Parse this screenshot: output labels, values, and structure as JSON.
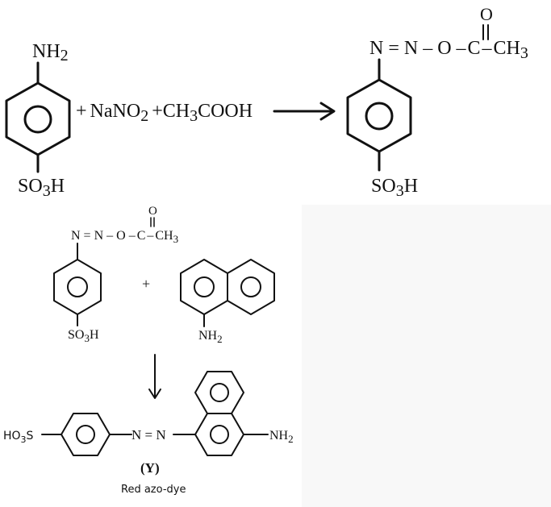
{
  "reaction1": {
    "reactant_top": "NH",
    "reactant_top_sub": "2",
    "reactant_bottom": "SO",
    "reactant_bottom_sub": "3",
    "reactant_bottom_end": "H",
    "reagent_plus1": "+",
    "reagent_nano2_a": "NaNO",
    "reagent_nano2_sub": "2",
    "reagent_plus2": "+",
    "reagent_ch3cooh_a": "CH",
    "reagent_ch3cooh_sub": "3",
    "reagent_ch3cooh_b": "COOH",
    "product_chain": "N = N – O –",
    "product_c": "C",
    "product_o_top": "O",
    "product_ch3_dash": "–",
    "product_ch3": "CH",
    "product_ch3_sub": "3",
    "product_bottom": "SO",
    "product_bottom_sub": "3",
    "product_bottom_end": "H"
  },
  "reaction2": {
    "ester_chain": "N = N – O –",
    "ester_c": "C",
    "ester_o_top": "O",
    "ester_ch3_dash": "–",
    "ester_ch3": "CH",
    "ester_ch3_sub": "3",
    "ester_bottom": "SO",
    "ester_bottom_sub": "3",
    "ester_bottom_end": "H",
    "plus": "+",
    "naphthyl_amine": "NH",
    "naphthyl_amine_sub": "2"
  },
  "product": {
    "left_group": "HO",
    "left_group_sub": "3",
    "left_group_end": "S",
    "azo_link": "N = N",
    "right_group": "NH",
    "right_group_sub": "2",
    "label": "(Y)",
    "caption": "Red azo-dye"
  }
}
